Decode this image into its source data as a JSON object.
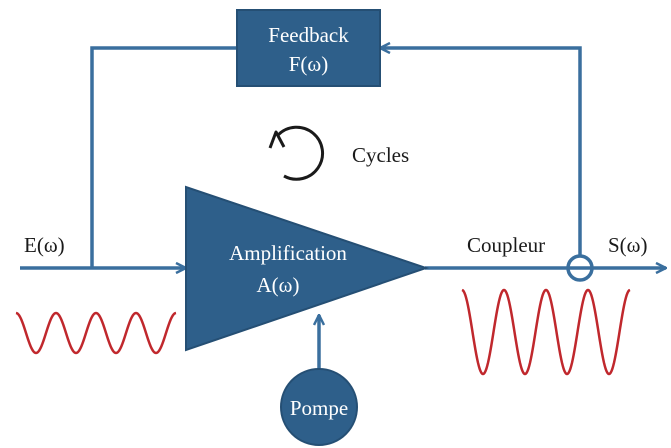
{
  "colors": {
    "block_fill": "#2e5f8a",
    "line": "#3a6f9e",
    "signal": "#c0282d",
    "text": "#1a1a1a"
  },
  "feedback": {
    "line1": "Feedback",
    "line2": "F(ω)"
  },
  "amplifier": {
    "line1": "Amplification",
    "line2": "A(ω)"
  },
  "pump": {
    "label": "Pompe"
  },
  "cycles": {
    "label": "Cycles",
    "icon": "circular-arrow-icon"
  },
  "input": {
    "label": "E(ω)"
  },
  "output": {
    "label": "S(ω)"
  },
  "coupler": {
    "label": "Coupleur"
  }
}
